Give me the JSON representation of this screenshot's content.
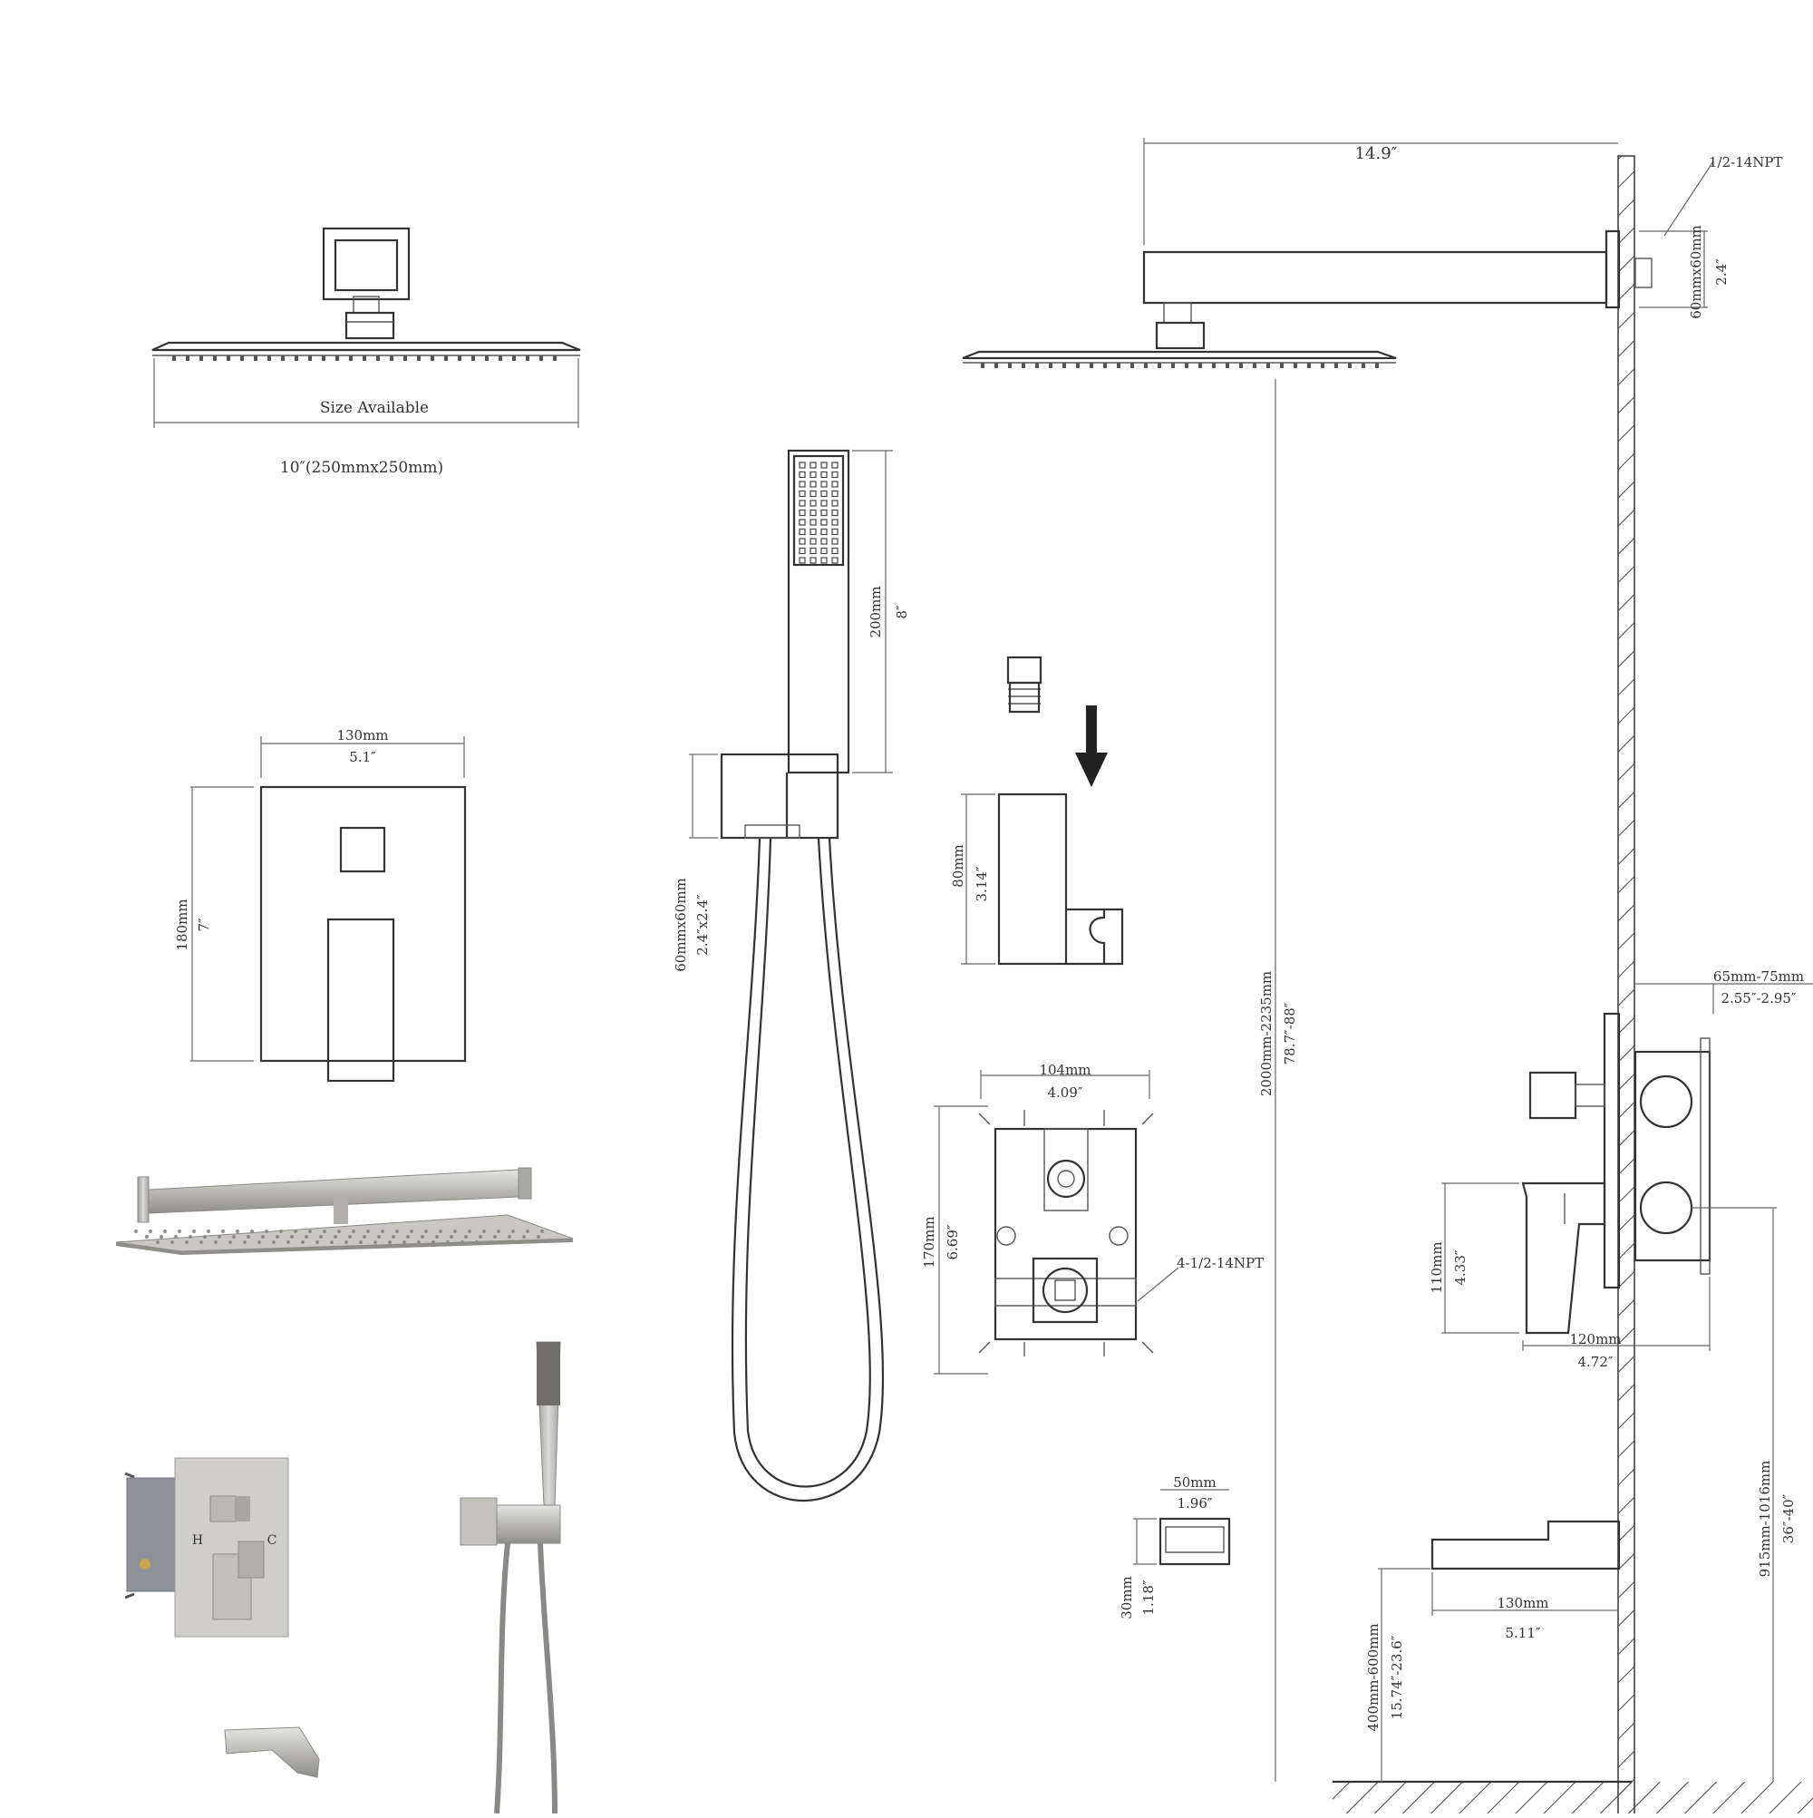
{
  "rain_head": {
    "size_label": "Size Available",
    "size_value": "10″(250mmx250mm)"
  },
  "handheld": {
    "length_mm": "200mm",
    "length_in": "8″",
    "holder_mm": "60mmx60mm",
    "holder_in": "2.4″x2.4″"
  },
  "wall_holder": {
    "height_mm": "80mm",
    "height_in": "3.14″"
  },
  "trim_plate": {
    "width_mm": "130mm",
    "width_in": "5.1″",
    "height_mm": "180mm",
    "height_in": "7″"
  },
  "rough_valve": {
    "width_mm": "104mm",
    "width_in": "4.09″",
    "height_mm": "170mm",
    "height_in": "6.69″",
    "thread": "4-1/2-14NPT"
  },
  "spout_small": {
    "width_mm": "50mm",
    "width_in": "1.96″",
    "height_mm": "30mm",
    "height_in": "1.18″"
  },
  "install": {
    "arm_length": "14.9″",
    "arm_thread": "1/2-14NPT",
    "flange_mm": "60mmx60mm",
    "flange_in": "2.4″",
    "head_height_mm": "2000mm-2235mm",
    "head_height_in": "78.7″-88″",
    "wall_depth_mm": "65mm-75mm",
    "wall_depth_in": "2.55″-2.95″",
    "valve_height_mm": "110mm",
    "valve_height_in": "4.33″",
    "valve_depth_mm": "120mm",
    "valve_depth_in": "4.72″",
    "spout_length_mm": "130mm",
    "spout_length_in": "5.11″",
    "spout_height_mm": "400mm-600mm",
    "spout_height_in": "15.74″-23.6″",
    "valve_center_mm": "915mm-1016mm",
    "valve_center_in": "36″-40″"
  },
  "product_photos": {
    "valve_hot": "H",
    "valve_cold": "C"
  }
}
